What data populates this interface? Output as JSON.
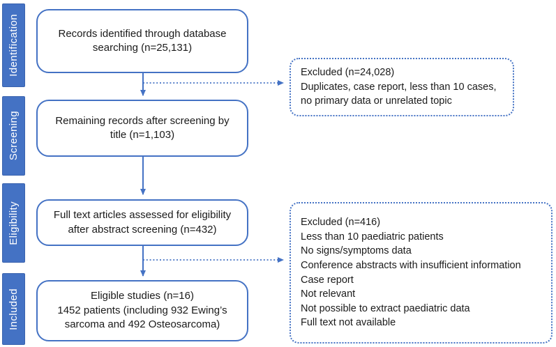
{
  "colors": {
    "accent": "#4472C4",
    "sidebar_text": "#FFFFFF",
    "text": "#1A1A1A",
    "background": "#FFFFFF"
  },
  "sidebar": {
    "stages": [
      {
        "label": "Identification"
      },
      {
        "label": "Screening"
      },
      {
        "label": "Eligibility"
      },
      {
        "label": "Included"
      }
    ]
  },
  "flow": {
    "boxes": [
      {
        "text": "Records identified through database searching (n=25,131)"
      },
      {
        "text": "Remaining records after screening by title (n=1,103)"
      },
      {
        "text": "Full text articles assessed for eligibility after abstract screening (n=432)"
      },
      {
        "line1": "Eligible studies (n=16)",
        "line2": "1452 patients (including 932 Ewing’s sarcoma and 492 Osteosarcoma)"
      }
    ],
    "exclusions": [
      {
        "title": "Excluded (n=24,028)",
        "reasons": [
          "Duplicates, case report, less than 10 cases, no primary data or unrelated topic"
        ]
      },
      {
        "title": "Excluded (n=416)",
        "reasons": [
          "Less than 10 paediatric patients",
          "No signs/symptoms data",
          "Conference abstracts with insufficient information",
          "Case report",
          "Not relevant",
          "Not possible to extract paediatric data",
          "Full text not available"
        ]
      }
    ]
  }
}
